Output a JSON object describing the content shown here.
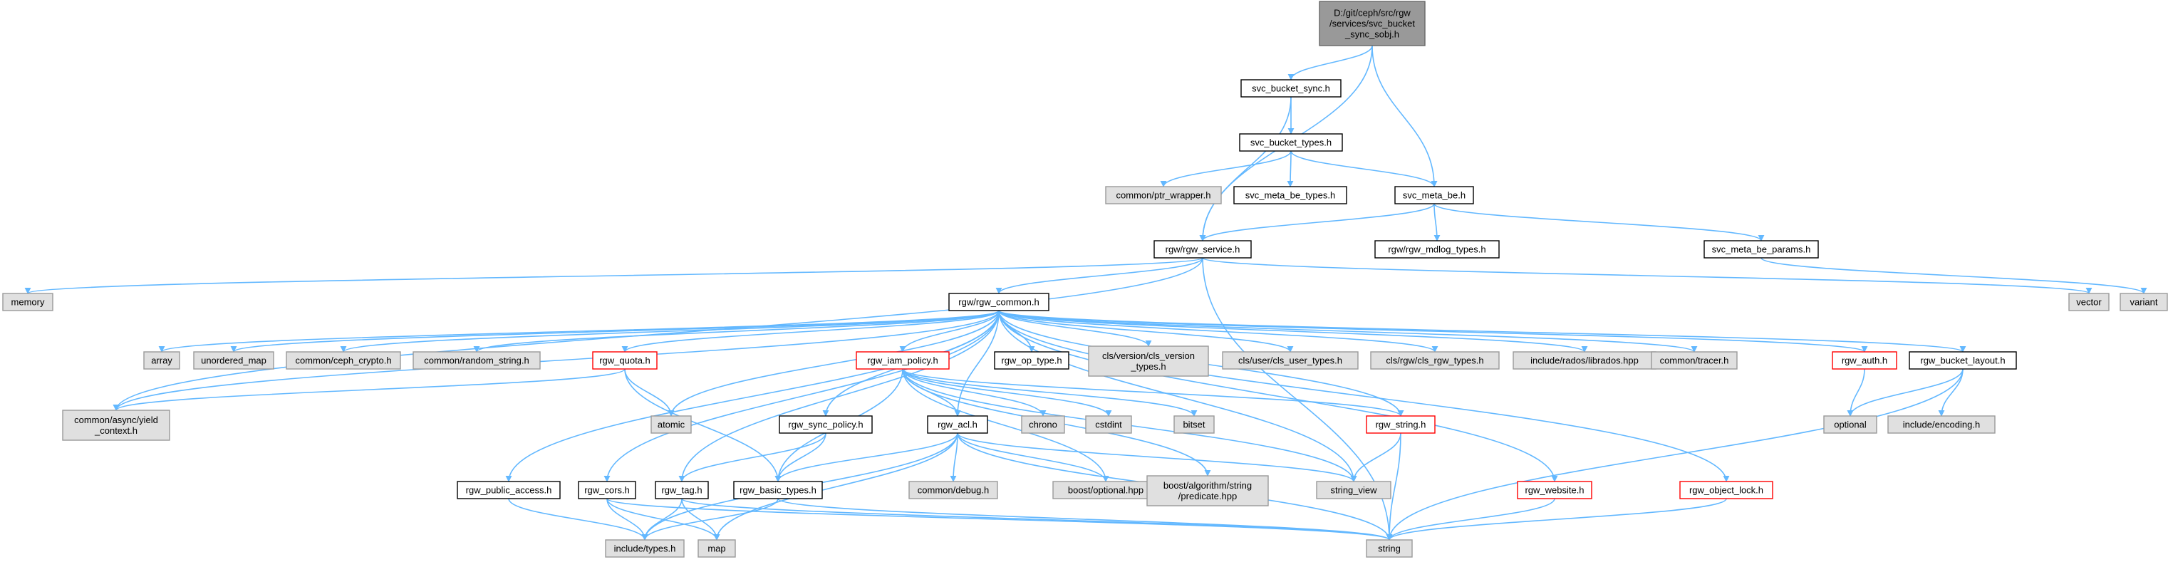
{
  "colors": {
    "edge": "#63b8ff",
    "root_fill": "#999999",
    "node_fill": "#ffffff",
    "node_border": "#000000",
    "ext_fill": "#e0e0e0",
    "ext_border": "#999999",
    "trunc_border": "#ff0000"
  },
  "nodes": [
    {
      "id": "root",
      "lines": [
        "D:/git/ceph/src/rgw",
        "/services/svc_bucket",
        "_sync_sobj.h"
      ],
      "kind": "root"
    },
    {
      "id": "svc_bucket_sync",
      "lines": [
        "svc_bucket_sync.h"
      ],
      "kind": "normal"
    },
    {
      "id": "svc_bucket_types",
      "lines": [
        "svc_bucket_types.h"
      ],
      "kind": "normal"
    },
    {
      "id": "ptr_wrapper",
      "lines": [
        "common/ptr_wrapper.h"
      ],
      "kind": "external"
    },
    {
      "id": "svc_meta_be_types",
      "lines": [
        "svc_meta_be_types.h"
      ],
      "kind": "normal"
    },
    {
      "id": "svc_meta_be",
      "lines": [
        "svc_meta_be.h"
      ],
      "kind": "normal"
    },
    {
      "id": "rgw_mdlog_types",
      "lines": [
        "rgw/rgw_mdlog_types.h"
      ],
      "kind": "normal"
    },
    {
      "id": "svc_meta_be_params",
      "lines": [
        "svc_meta_be_params.h"
      ],
      "kind": "normal"
    },
    {
      "id": "rgw_service",
      "lines": [
        "rgw/rgw_service.h"
      ],
      "kind": "normal"
    },
    {
      "id": "memory",
      "lines": [
        "memory"
      ],
      "kind": "external"
    },
    {
      "id": "vector",
      "lines": [
        "vector"
      ],
      "kind": "external"
    },
    {
      "id": "variant",
      "lines": [
        "variant"
      ],
      "kind": "external"
    },
    {
      "id": "rgw_common",
      "lines": [
        "rgw/rgw_common.h"
      ],
      "kind": "normal"
    },
    {
      "id": "array",
      "lines": [
        "array"
      ],
      "kind": "external"
    },
    {
      "id": "unordered_map",
      "lines": [
        "unordered_map"
      ],
      "kind": "external"
    },
    {
      "id": "ceph_crypto",
      "lines": [
        "common/ceph_crypto.h"
      ],
      "kind": "external"
    },
    {
      "id": "random_string",
      "lines": [
        "common/random_string.h"
      ],
      "kind": "external"
    },
    {
      "id": "rgw_quota",
      "lines": [
        "rgw_quota.h"
      ],
      "kind": "truncated"
    },
    {
      "id": "rgw_iam_policy",
      "lines": [
        "rgw_iam_policy.h"
      ],
      "kind": "truncated"
    },
    {
      "id": "rgw_op_type",
      "lines": [
        "rgw_op_type.h"
      ],
      "kind": "normal"
    },
    {
      "id": "cls_version_types",
      "lines": [
        "cls/version/cls_version",
        "_types.h"
      ],
      "kind": "external"
    },
    {
      "id": "cls_user_types",
      "lines": [
        "cls/user/cls_user_types.h"
      ],
      "kind": "external"
    },
    {
      "id": "cls_rgw_types",
      "lines": [
        "cls/rgw/cls_rgw_types.h"
      ],
      "kind": "external"
    },
    {
      "id": "librados",
      "lines": [
        "include/rados/librados.hpp"
      ],
      "kind": "external"
    },
    {
      "id": "tracer",
      "lines": [
        "common/tracer.h"
      ],
      "kind": "external"
    },
    {
      "id": "rgw_auth",
      "lines": [
        "rgw_auth.h"
      ],
      "kind": "truncated"
    },
    {
      "id": "rgw_bucket_layout",
      "lines": [
        "rgw_bucket_layout.h"
      ],
      "kind": "normal"
    },
    {
      "id": "yield_context",
      "lines": [
        "common/async/yield",
        "_context.h"
      ],
      "kind": "external"
    },
    {
      "id": "atomic",
      "lines": [
        "atomic"
      ],
      "kind": "external"
    },
    {
      "id": "rgw_sync_policy",
      "lines": [
        "rgw_sync_policy.h"
      ],
      "kind": "normal"
    },
    {
      "id": "rgw_acl",
      "lines": [
        "rgw_acl.h"
      ],
      "kind": "normal"
    },
    {
      "id": "chrono",
      "lines": [
        "chrono"
      ],
      "kind": "external"
    },
    {
      "id": "cstdint",
      "lines": [
        "cstdint"
      ],
      "kind": "external"
    },
    {
      "id": "bitset",
      "lines": [
        "bitset"
      ],
      "kind": "external"
    },
    {
      "id": "rgw_string",
      "lines": [
        "rgw_string.h"
      ],
      "kind": "truncated"
    },
    {
      "id": "optional",
      "lines": [
        "optional"
      ],
      "kind": "external"
    },
    {
      "id": "encoding",
      "lines": [
        "include/encoding.h"
      ],
      "kind": "external"
    },
    {
      "id": "rgw_public_access",
      "lines": [
        "rgw_public_access.h"
      ],
      "kind": "normal"
    },
    {
      "id": "rgw_cors",
      "lines": [
        "rgw_cors.h"
      ],
      "kind": "normal"
    },
    {
      "id": "rgw_tag",
      "lines": [
        "rgw_tag.h"
      ],
      "kind": "normal"
    },
    {
      "id": "rgw_basic_types",
      "lines": [
        "rgw_basic_types.h"
      ],
      "kind": "normal"
    },
    {
      "id": "common_debug",
      "lines": [
        "common/debug.h"
      ],
      "kind": "external"
    },
    {
      "id": "boost_optional",
      "lines": [
        "boost/optional.hpp"
      ],
      "kind": "external"
    },
    {
      "id": "boost_predicate",
      "lines": [
        "boost/algorithm/string",
        "/predicate.hpp"
      ],
      "kind": "external"
    },
    {
      "id": "string_view",
      "lines": [
        "string_view"
      ],
      "kind": "external"
    },
    {
      "id": "rgw_website",
      "lines": [
        "rgw_website.h"
      ],
      "kind": "truncated"
    },
    {
      "id": "rgw_object_lock",
      "lines": [
        "rgw_object_lock.h"
      ],
      "kind": "truncated"
    },
    {
      "id": "include_types",
      "lines": [
        "include/types.h"
      ],
      "kind": "external"
    },
    {
      "id": "map",
      "lines": [
        "map"
      ],
      "kind": "external"
    },
    {
      "id": "string",
      "lines": [
        "string"
      ],
      "kind": "external"
    }
  ],
  "edges": [
    [
      "root",
      "svc_bucket_sync"
    ],
    [
      "root",
      "rgw_service"
    ],
    [
      "root",
      "svc_meta_be"
    ],
    [
      "svc_bucket_sync",
      "svc_bucket_types"
    ],
    [
      "svc_bucket_sync",
      "rgw_service"
    ],
    [
      "svc_bucket_types",
      "ptr_wrapper"
    ],
    [
      "svc_bucket_types",
      "svc_meta_be_types"
    ],
    [
      "svc_bucket_types",
      "svc_meta_be"
    ],
    [
      "svc_meta_be",
      "rgw_service"
    ],
    [
      "svc_meta_be",
      "rgw_mdlog_types"
    ],
    [
      "svc_meta_be",
      "svc_meta_be_params"
    ],
    [
      "svc_meta_be_params",
      "variant"
    ],
    [
      "rgw_service",
      "memory"
    ],
    [
      "rgw_service",
      "rgw_common"
    ],
    [
      "rgw_service",
      "vector"
    ],
    [
      "rgw_service",
      "yield_context"
    ],
    [
      "rgw_service",
      "string"
    ],
    [
      "rgw_common",
      "array"
    ],
    [
      "rgw_common",
      "unordered_map"
    ],
    [
      "rgw_common",
      "ceph_crypto"
    ],
    [
      "rgw_common",
      "random_string"
    ],
    [
      "rgw_common",
      "rgw_quota"
    ],
    [
      "rgw_common",
      "rgw_iam_policy"
    ],
    [
      "rgw_common",
      "rgw_op_type"
    ],
    [
      "rgw_common",
      "cls_version_types"
    ],
    [
      "rgw_common",
      "cls_user_types"
    ],
    [
      "rgw_common",
      "cls_rgw_types"
    ],
    [
      "rgw_common",
      "librados"
    ],
    [
      "rgw_common",
      "tracer"
    ],
    [
      "rgw_common",
      "rgw_auth"
    ],
    [
      "rgw_common",
      "rgw_bucket_layout"
    ],
    [
      "rgw_common",
      "yield_context"
    ],
    [
      "rgw_common",
      "atomic"
    ],
    [
      "rgw_common",
      "rgw_sync_policy"
    ],
    [
      "rgw_common",
      "rgw_acl"
    ],
    [
      "rgw_common",
      "rgw_public_access"
    ],
    [
      "rgw_common",
      "rgw_cors"
    ],
    [
      "rgw_common",
      "rgw_tag"
    ],
    [
      "rgw_common",
      "string_view"
    ],
    [
      "rgw_common",
      "rgw_string"
    ],
    [
      "rgw_common",
      "rgw_website"
    ],
    [
      "rgw_common",
      "rgw_object_lock"
    ],
    [
      "rgw_quota",
      "yield_context"
    ],
    [
      "rgw_quota",
      "atomic"
    ],
    [
      "rgw_quota",
      "rgw_basic_types"
    ],
    [
      "rgw_iam_policy",
      "rgw_acl"
    ],
    [
      "rgw_iam_policy",
      "chrono"
    ],
    [
      "rgw_iam_policy",
      "cstdint"
    ],
    [
      "rgw_iam_policy",
      "bitset"
    ],
    [
      "rgw_iam_policy",
      "rgw_string"
    ],
    [
      "rgw_iam_policy",
      "boost_optional"
    ],
    [
      "rgw_iam_policy",
      "boost_predicate"
    ],
    [
      "rgw_iam_policy",
      "string_view"
    ],
    [
      "rgw_iam_policy",
      "rgw_basic_types"
    ],
    [
      "rgw_sync_policy",
      "rgw_basic_types"
    ],
    [
      "rgw_sync_policy",
      "rgw_tag"
    ],
    [
      "rgw_acl",
      "common_debug"
    ],
    [
      "rgw_acl",
      "boost_optional"
    ],
    [
      "rgw_acl",
      "rgw_basic_types"
    ],
    [
      "rgw_acl",
      "include_types"
    ],
    [
      "rgw_acl",
      "map"
    ],
    [
      "rgw_acl",
      "string"
    ],
    [
      "rgw_acl",
      "string_view"
    ],
    [
      "rgw_string",
      "string_view"
    ],
    [
      "rgw_string",
      "string"
    ],
    [
      "rgw_auth",
      "optional"
    ],
    [
      "rgw_bucket_layout",
      "optional"
    ],
    [
      "rgw_bucket_layout",
      "encoding"
    ],
    [
      "rgw_bucket_layout",
      "string"
    ],
    [
      "rgw_public_access",
      "include_types"
    ],
    [
      "rgw_cors",
      "include_types"
    ],
    [
      "rgw_cors",
      "map"
    ],
    [
      "rgw_cors",
      "string"
    ],
    [
      "rgw_tag",
      "include_types"
    ],
    [
      "rgw_tag",
      "map"
    ],
    [
      "rgw_tag",
      "string"
    ],
    [
      "rgw_basic_types",
      "include_types"
    ],
    [
      "rgw_basic_types",
      "string"
    ],
    [
      "rgw_website",
      "string"
    ],
    [
      "rgw_object_lock",
      "string"
    ]
  ]
}
